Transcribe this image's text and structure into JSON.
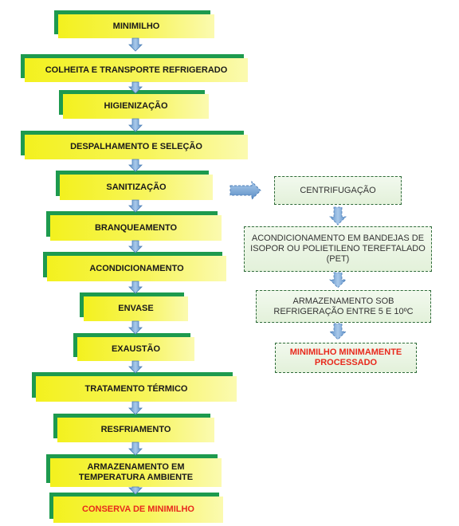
{
  "main_flow": [
    "MINIMILHO",
    "COLHEITA E TRANSPORTE REFRIGERADO",
    "HIGIENIZAÇÃO",
    "DESPALHAMENTO E SELEÇÃO",
    "SANITIZAÇÃO",
    "BRANQUEAMENTO",
    "ACONDICIONAMENTO",
    "ENVASE",
    "EXAUSTÃO",
    "TRATAMENTO TÉRMICO",
    "RESFRIAMENTO",
    "ARMAZENAMENTO  EM TEMPERATURA AMBIENTE",
    "CONSERVA DE MINIMILHO"
  ],
  "branch_flow": [
    "CENTRIFUGAÇÃO",
    "ACONDICIONAMENTO EM BANDEJAS DE ISOPOR OU POLIETILENO TEREFTALADO (PET)",
    "ARMAZENAMENTO SOB REFRIGERAÇÃO ENTRE 5 E 10ºC",
    "MINIMILHO MINIMAMENTE PROCESSADO"
  ],
  "colors": {
    "box_yellow": "#f3f11e",
    "box_shadow_green": "#1d9a4e",
    "arrow_blue": "#7aa9d8",
    "highlight_red": "#e8291c"
  }
}
